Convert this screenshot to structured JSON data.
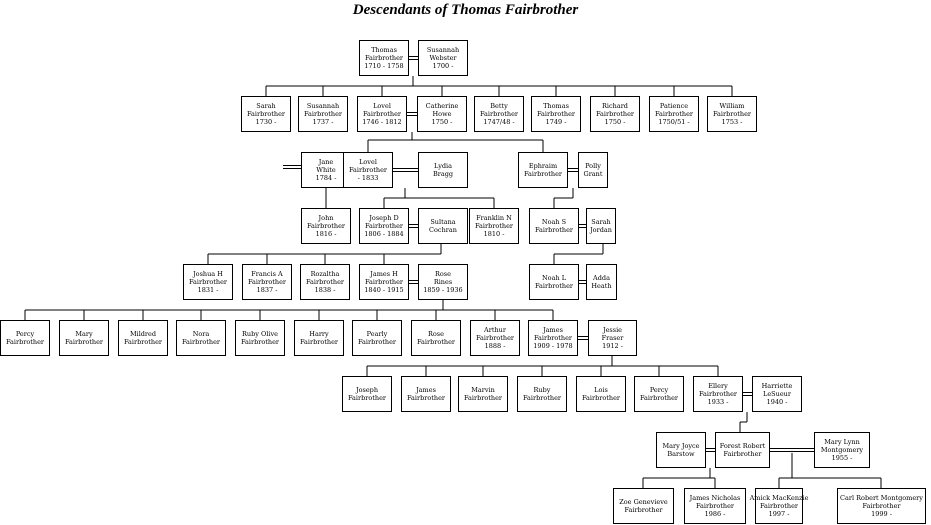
{
  "title": "Descendants of Thomas Fairbrother",
  "people": [
    {
      "id": "thomas",
      "lines": [
        "Thomas",
        "Fairbrother",
        "1710 - 1758"
      ]
    },
    {
      "id": "susannah_w",
      "lines": [
        "Susannah",
        "Webster",
        "1700 -"
      ]
    },
    {
      "id": "sarah1",
      "lines": [
        "Sarah",
        "Fairbrother",
        "1730 -"
      ]
    },
    {
      "id": "susannah_f",
      "lines": [
        "Susannah",
        "Fairbrother",
        "1737 -"
      ]
    },
    {
      "id": "lovel1",
      "lines": [
        "Lovel",
        "Fairbrother",
        "1746 - 1812"
      ]
    },
    {
      "id": "catherine",
      "lines": [
        "Catherine",
        "Howe",
        "1750 -"
      ]
    },
    {
      "id": "betty",
      "lines": [
        "Betty",
        "Fairbrother",
        "1747/48 -"
      ]
    },
    {
      "id": "thomas2",
      "lines": [
        "Thomas",
        "Fairbrother",
        "1749 -"
      ]
    },
    {
      "id": "richard",
      "lines": [
        "Richard",
        "Fairbrother",
        "1750 -"
      ]
    },
    {
      "id": "patience",
      "lines": [
        "Patience",
        "Fairbrother",
        "1750/51 -"
      ]
    },
    {
      "id": "william",
      "lines": [
        "William",
        "Fairbrother",
        "1753 -"
      ]
    },
    {
      "id": "jane",
      "lines": [
        "Jane",
        "White",
        "1784 -"
      ]
    },
    {
      "id": "lovel2",
      "lines": [
        "Lovel",
        "Fairbrother",
        "- 1833"
      ]
    },
    {
      "id": "lydia",
      "lines": [
        "Lydia",
        "Bragg"
      ]
    },
    {
      "id": "ephraim",
      "lines": [
        "Ephraim",
        "Fairbrother"
      ]
    },
    {
      "id": "polly",
      "lines": [
        "Polly",
        "Grant"
      ]
    },
    {
      "id": "john",
      "lines": [
        "John",
        "Fairbrother",
        "1816 -"
      ]
    },
    {
      "id": "joseph",
      "lines": [
        "Joseph D",
        "Fairbrother",
        "1806 - 1884"
      ]
    },
    {
      "id": "sultana",
      "lines": [
        "Sultana",
        "Cochran"
      ]
    },
    {
      "id": "franklin",
      "lines": [
        "Franklin N",
        "Fairbrother",
        "1810 -"
      ]
    },
    {
      "id": "noah",
      "lines": [
        "Noah S",
        "Fairbrother"
      ]
    },
    {
      "id": "sarah2",
      "lines": [
        "Sarah",
        "Jordan"
      ]
    },
    {
      "id": "joshua",
      "lines": [
        "Joshua H",
        "Fairbrother",
        "1831 -"
      ]
    },
    {
      "id": "francis",
      "lines": [
        "Francis A",
        "Fairbrother",
        "1837 -"
      ]
    },
    {
      "id": "rozaltha",
      "lines": [
        "Rozaltha",
        "Fairbrother",
        "1838 -"
      ]
    },
    {
      "id": "jamesh",
      "lines": [
        "James H",
        "Fairbrother",
        "1840 - 1915"
      ]
    },
    {
      "id": "rose_r",
      "lines": [
        "Rose",
        "Rines",
        "1859 - 1936"
      ]
    },
    {
      "id": "noahl",
      "lines": [
        "Noah L",
        "Fairbrother"
      ]
    },
    {
      "id": "adda",
      "lines": [
        "Adda",
        "Heath"
      ]
    },
    {
      "id": "percy1",
      "lines": [
        "Percy",
        "Fairbrother"
      ]
    },
    {
      "id": "mary",
      "lines": [
        "Mary",
        "Fairbrother"
      ]
    },
    {
      "id": "mildred",
      "lines": [
        "Mildred",
        "Fairbrother"
      ]
    },
    {
      "id": "nora",
      "lines": [
        "Nora",
        "Fairbrother"
      ]
    },
    {
      "id": "ruby_olive",
      "lines": [
        "Ruby Olive",
        "Fairbrother"
      ]
    },
    {
      "id": "harry",
      "lines": [
        "Harry",
        "Fairbrother"
      ]
    },
    {
      "id": "pearly",
      "lines": [
        "Pearly",
        "Fairbrother"
      ]
    },
    {
      "id": "rose_f",
      "lines": [
        "Rose",
        "Fairbrother"
      ]
    },
    {
      "id": "arthur",
      "lines": [
        "Arthur",
        "Fairbrother",
        "1888 -"
      ]
    },
    {
      "id": "james2",
      "lines": [
        "James",
        "Fairbrother",
        "1909 - 1978"
      ]
    },
    {
      "id": "jessie",
      "lines": [
        "Jessie",
        "Fraser",
        "1912 -"
      ]
    },
    {
      "id": "joseph2",
      "lines": [
        "Joseph",
        "Fairbrother"
      ]
    },
    {
      "id": "james3",
      "lines": [
        "James",
        "Fairbrother"
      ]
    },
    {
      "id": "marvin",
      "lines": [
        "Marvin",
        "Fairbrother"
      ]
    },
    {
      "id": "ruby2",
      "lines": [
        "Ruby",
        "Fairbrother"
      ]
    },
    {
      "id": "lois",
      "lines": [
        "Lois",
        "Fairbrother"
      ]
    },
    {
      "id": "percy2",
      "lines": [
        "Percy",
        "Fairbrother"
      ]
    },
    {
      "id": "ellery",
      "lines": [
        "Ellery",
        "Fairbrother",
        "1933 -"
      ]
    },
    {
      "id": "harriette",
      "lines": [
        "Harriette",
        "LeSueur",
        "1940 -"
      ]
    },
    {
      "id": "maryjoyce",
      "lines": [
        "Mary Joyce",
        "Barstow"
      ]
    },
    {
      "id": "forest",
      "lines": [
        "Forest Robert",
        "Fairbrother"
      ]
    },
    {
      "id": "marylynn",
      "lines": [
        "Mary Lynn",
        "Montgomery",
        "1955 -"
      ]
    },
    {
      "id": "zoe",
      "lines": [
        "Zoe Genevieve",
        "Fairbrother"
      ]
    },
    {
      "id": "jamesnich",
      "lines": [
        "James Nicholas",
        "Fairbrother",
        "1986 -"
      ]
    },
    {
      "id": "amick",
      "lines": [
        "Amick MacKenzie",
        "Fairbrother",
        "1997 -"
      ]
    },
    {
      "id": "carl",
      "lines": [
        "Carl Robert Montgomery",
        "Fairbrother",
        "1999 -"
      ]
    }
  ]
}
